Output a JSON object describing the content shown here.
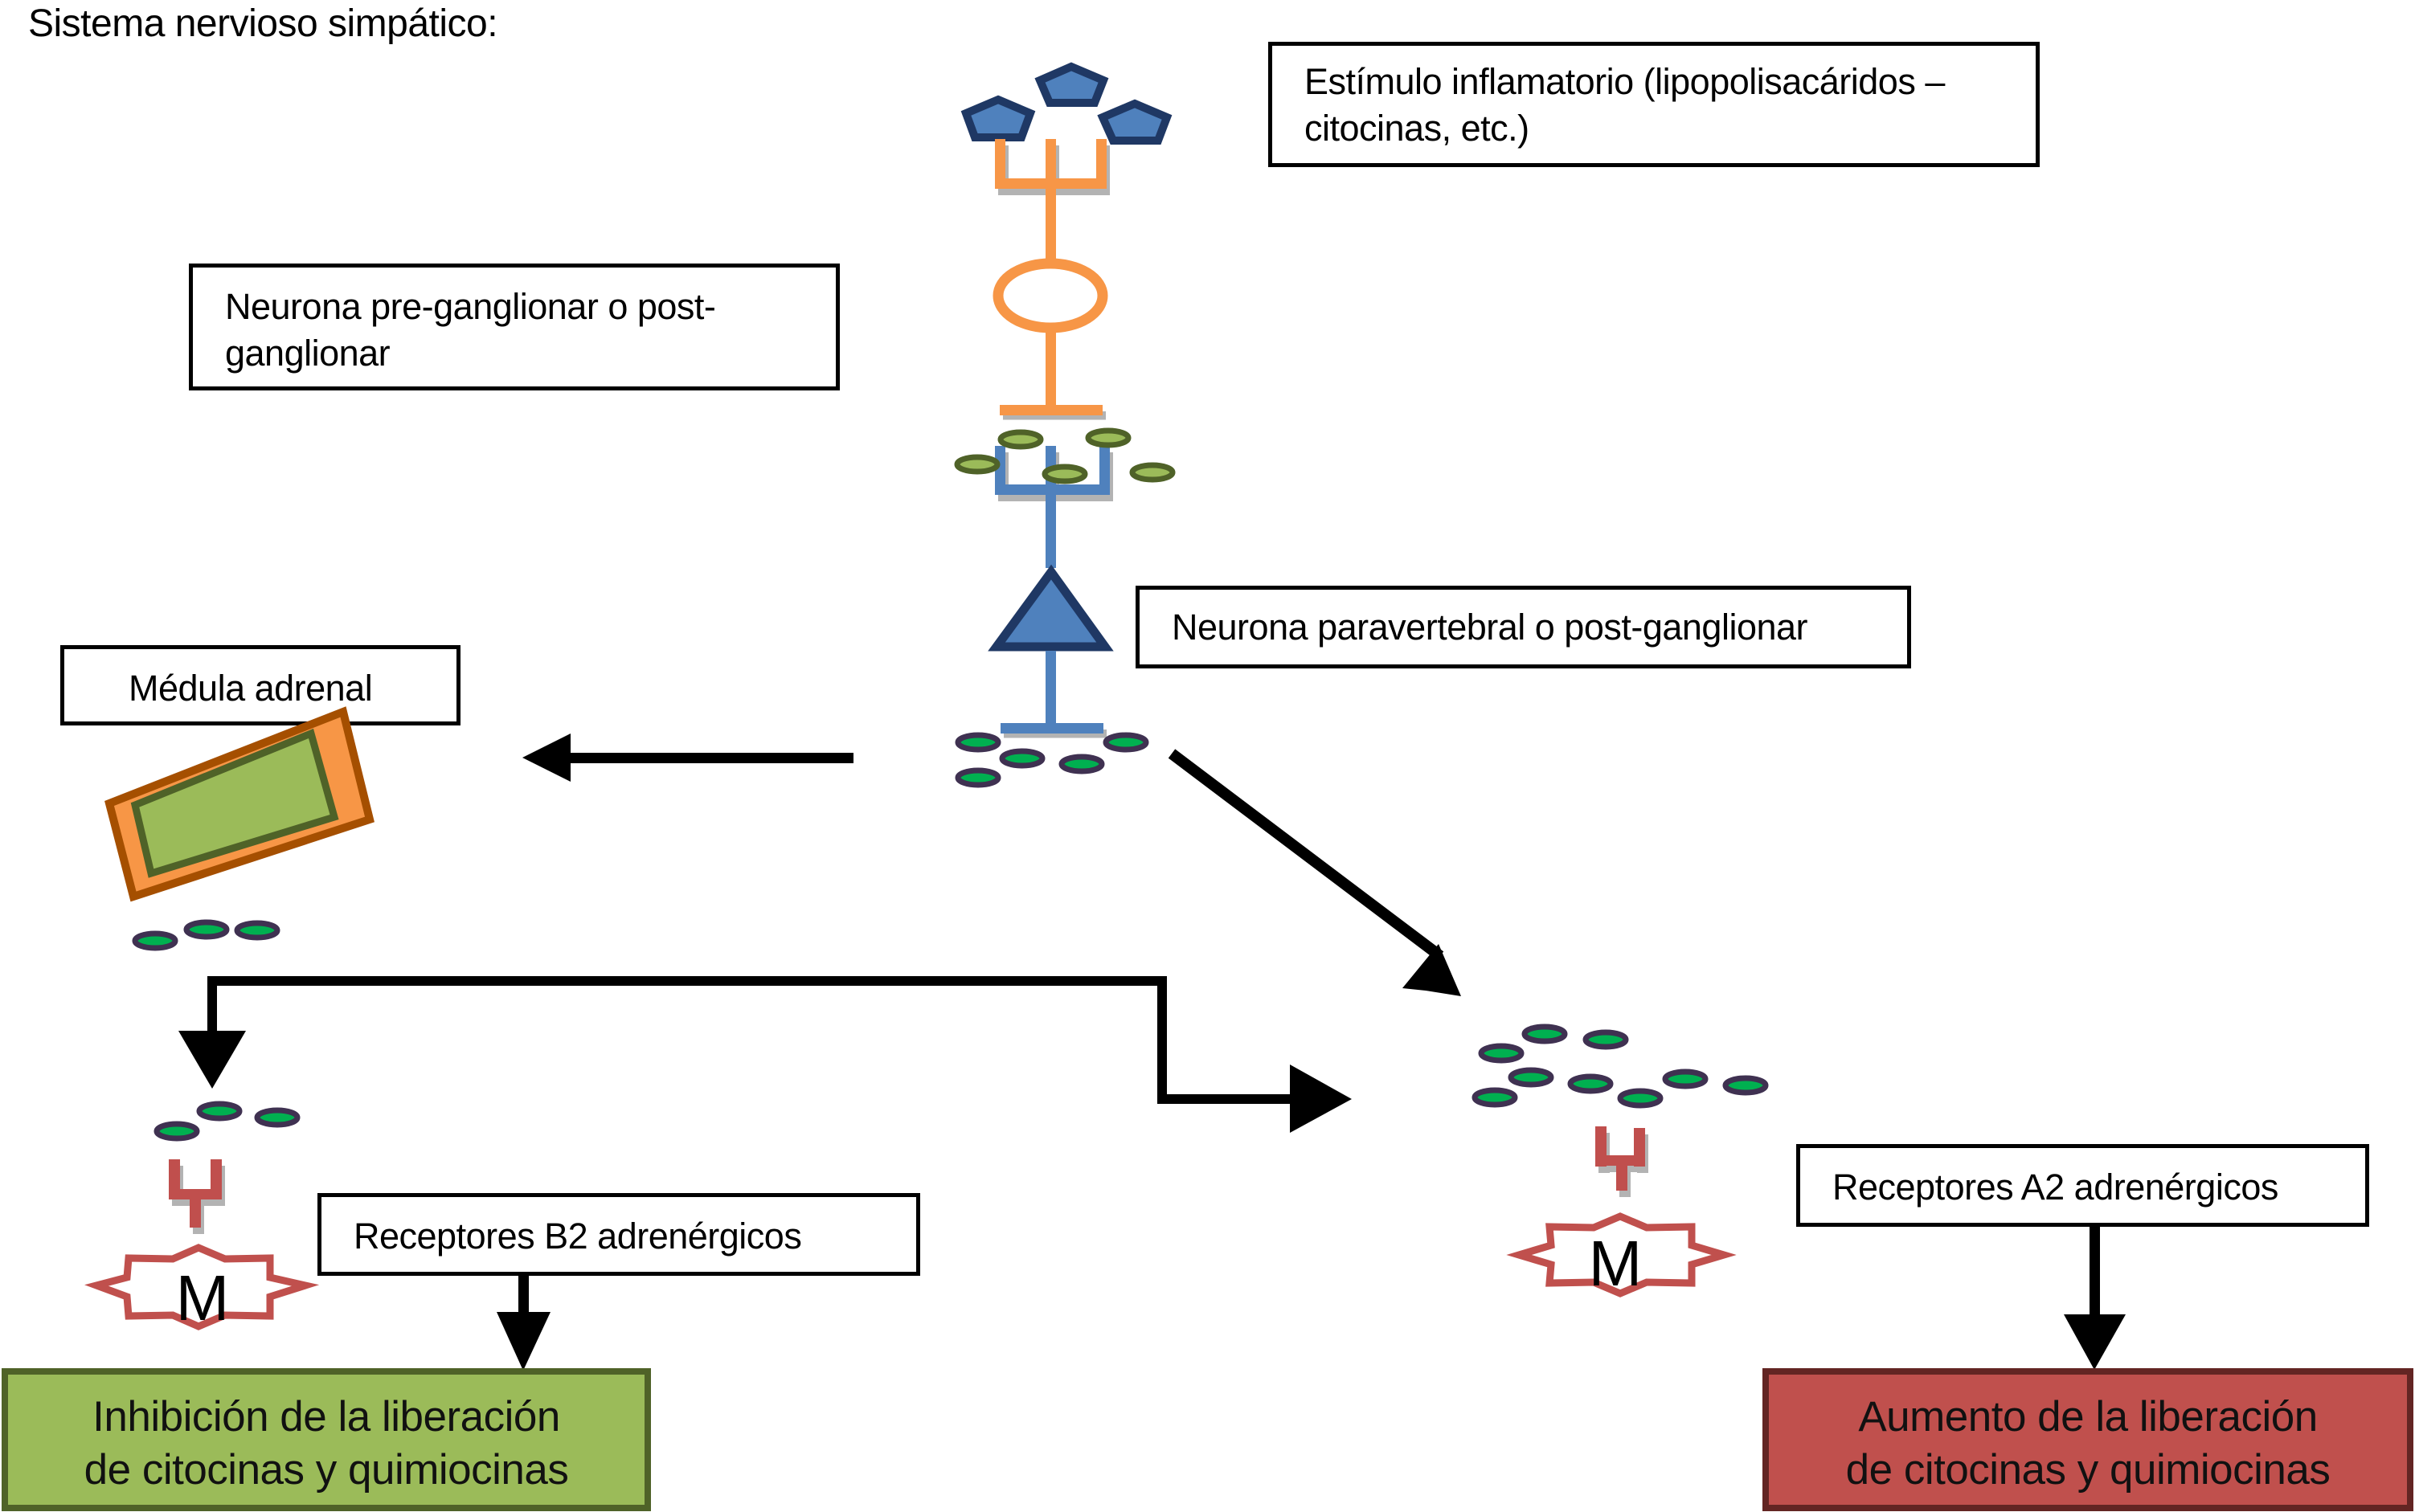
{
  "title": "Sistema nervioso simpático:",
  "labels": {
    "stimulus": [
      "Estímulo inflamatorio (lipopolisacáridos –",
      "citocinas, etc.)"
    ],
    "preganglionic": [
      "Neurona pre-ganglionar o post-",
      "ganglionar"
    ],
    "paravertebral": "Neurona paravertebral o post-ganglionar",
    "adrenal_medulla": "Médula adrenal",
    "b2_receptors": "Receptores B2 adrenérgicos",
    "a2_receptors": "Receptores A2 adrenérgicos"
  },
  "outcomes": {
    "inhibition": [
      "Inhibición de la liberación",
      "de citocinas y quimiocinas"
    ],
    "increase": [
      "Aumento de la liberación",
      "de citocinas y quimiocinas"
    ]
  },
  "macrophage_label": "M",
  "colors": {
    "orange_neuron": "#f79646",
    "blue_neuron": "#4f81bd",
    "dark_blue_outline": "#1f3864",
    "green_vesicle": "#4f6228",
    "light_green_core": "#9bbb59",
    "purple_vesicle": "#3f3151",
    "bright_green_core": "#00b050",
    "receptor_red": "#c0504d",
    "inhibition_fill": "#9bbb59",
    "inhibition_border": "#4f6228",
    "increase_fill": "#c0504d",
    "increase_border": "#632523",
    "adrenal_outer": "#f79646",
    "adrenal_outer_border": "#a54f00",
    "adrenal_inner": "#9bbb59"
  }
}
